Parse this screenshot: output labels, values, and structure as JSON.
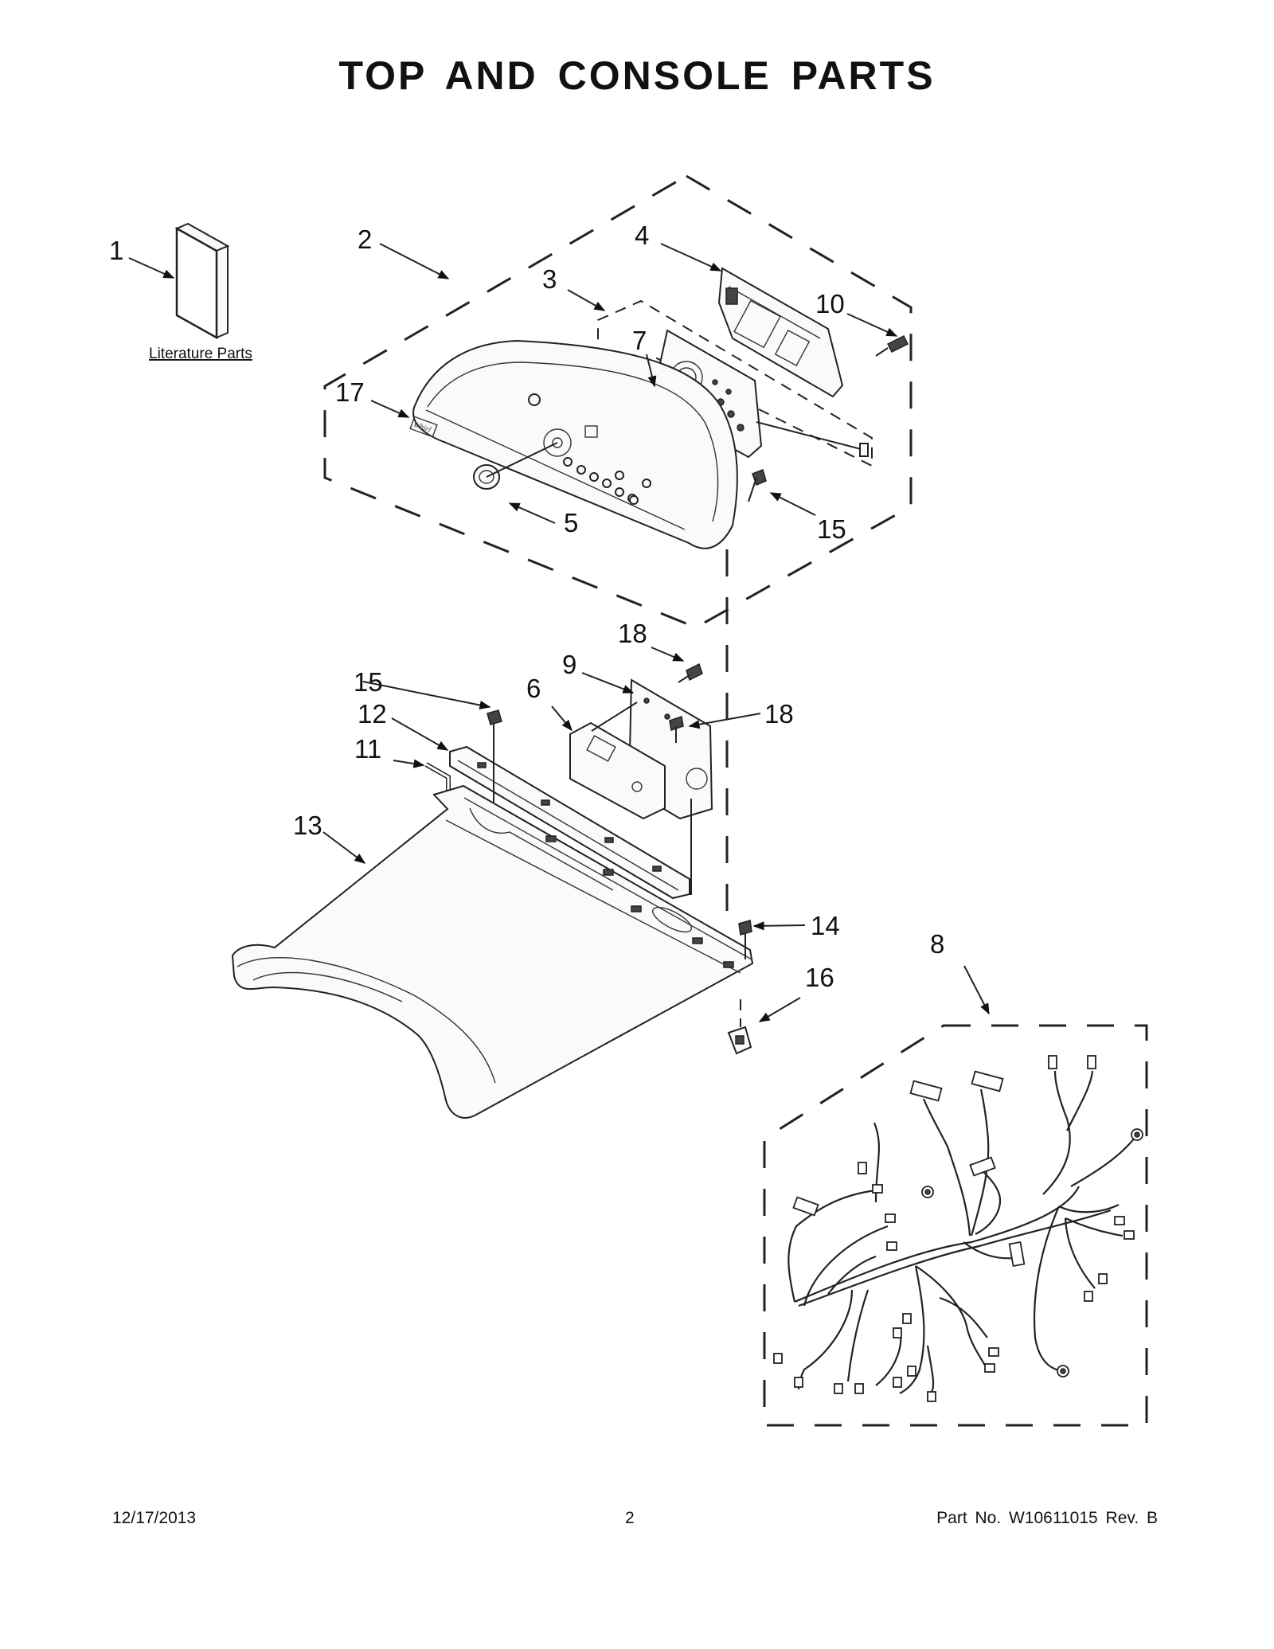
{
  "title": "TOP AND CONSOLE PARTS",
  "literature_label": "Literature Parts",
  "callouts": {
    "c1": "1",
    "c2": "2",
    "c3": "3",
    "c4": "4",
    "c5": "5",
    "c6": "6",
    "c7": "7",
    "c8": "8",
    "c9": "9",
    "c10": "10",
    "c11": "11",
    "c12": "12",
    "c13": "13",
    "c14": "14",
    "c15a": "15",
    "c15b": "15",
    "c16": "16",
    "c17": "17",
    "c18a": "18",
    "c18b": "18"
  },
  "footer": {
    "date": "12/17/2013",
    "page": "2",
    "part": "Part No.  W10611015  Rev.  B"
  }
}
